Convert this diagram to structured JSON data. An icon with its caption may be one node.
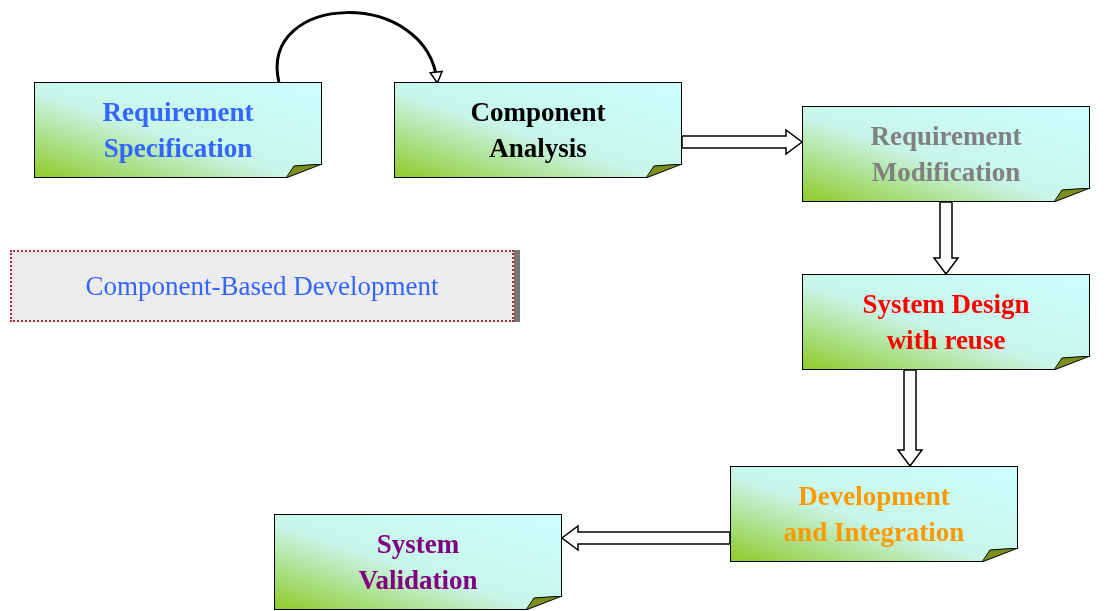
{
  "diagram": {
    "nodes": [
      {
        "text": [
          "Requirement Specification"
        ]
      },
      {
        "text": [
          "Component Analysis"
        ]
      },
      {
        "text": [
          "Requirement Modification"
        ]
      },
      {
        "text": [
          "System Design with reuse"
        ]
      },
      {
        "text": [
          "Development and Integration"
        ]
      },
      {
        "text": [
          "System Validation"
        ]
      },
      {
        "text": [
          "Component-Based Development"
        ]
      }
    ],
    "edges": [
      {
        "from": 0,
        "to": 1,
        "arrow": "to"
      },
      {
        "from": 1,
        "to": 2,
        "arrow": "to"
      },
      {
        "from": 2,
        "to": 3,
        "arrow": "to"
      },
      {
        "from": 3,
        "to": 4,
        "arrow": "to"
      },
      {
        "from": 4,
        "to": 5,
        "arrow": "to"
      }
    ]
  }
}
